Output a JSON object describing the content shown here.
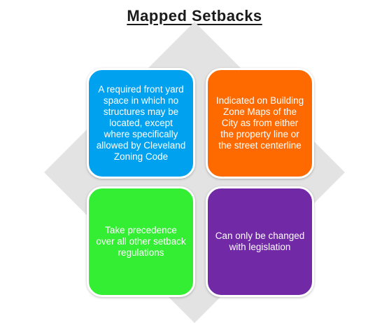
{
  "title": "Mapped Setbacks",
  "quadrants": {
    "top_left": {
      "text": "A required front yard space in which no structures may be located, except where specifically allowed by Cleveland Zoning Code",
      "color": "#00a2f0"
    },
    "top_right": {
      "text": "Indicated on Building Zone Maps of the City as from either the property line or the street centerline",
      "color": "#ff6a00"
    },
    "bottom_left": {
      "text": "Take precedence over all other setback regulations",
      "color": "#33ee33"
    },
    "bottom_right": {
      "text": "Can only be changed with legislation",
      "color": "#7129a6"
    }
  },
  "background_shape_color": "#e3e3e3"
}
